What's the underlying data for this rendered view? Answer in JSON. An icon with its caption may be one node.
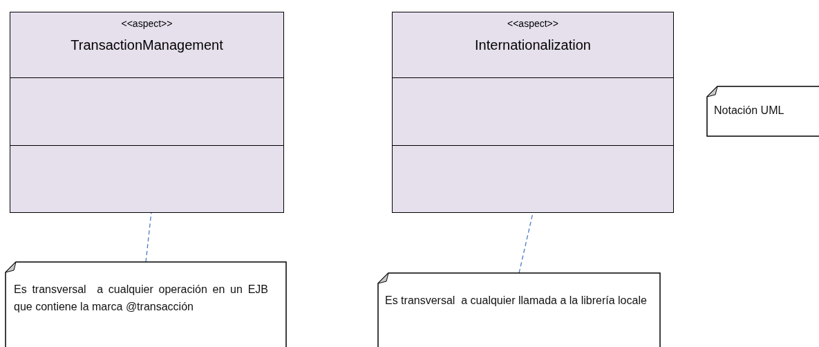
{
  "diagram": {
    "nodes": [
      {
        "text": [
          "<<aspect>>",
          "TransactionManagement"
        ]
      },
      {
        "text": [
          "<<aspect>>",
          "Internationalization"
        ]
      },
      {
        "text": [
          "Notación UML"
        ]
      },
      {
        "text": [
          "Es transversal  a cualquier operación en un EJB que contiene la marca @transacción"
        ]
      },
      {
        "text": [
          "Es transversal  a cualquier llamada a la librería locale"
        ]
      }
    ],
    "edges": [
      {
        "from": 3,
        "to": 0,
        "arrow": "none",
        "style": "dashed"
      },
      {
        "from": 4,
        "to": 1,
        "arrow": "none",
        "style": "dashed"
      }
    ]
  }
}
